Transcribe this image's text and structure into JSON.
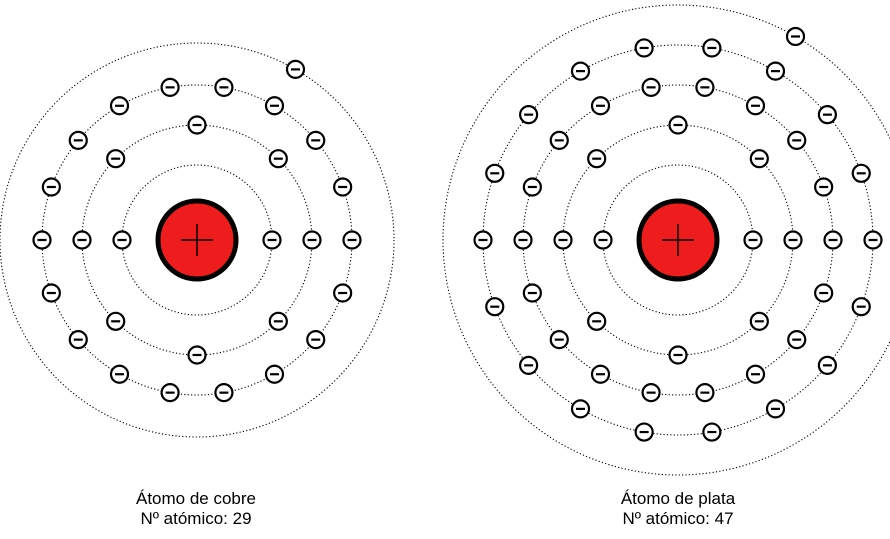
{
  "atoms": [
    {
      "id": "copper",
      "name": "Átomo de cobre",
      "atomic_number_label": "Nº atómico: 29",
      "atomic_number": 29,
      "shell_electrons": [
        2,
        8,
        18,
        1
      ]
    },
    {
      "id": "silver",
      "name": "Átomo de plata",
      "atomic_number_label": "Nº atómico: 47",
      "atomic_number": 47,
      "shell_electrons": [
        2,
        8,
        18,
        18,
        1
      ]
    }
  ],
  "colors": {
    "nucleus_fill": "#ee1c1c",
    "nucleus_stroke": "#000000",
    "orbit_stroke": "#000000",
    "electron_fill": "#ffffff",
    "electron_stroke": "#000000"
  },
  "symbols": {
    "nucleus": "plus-sign",
    "electron": "minus-sign"
  }
}
